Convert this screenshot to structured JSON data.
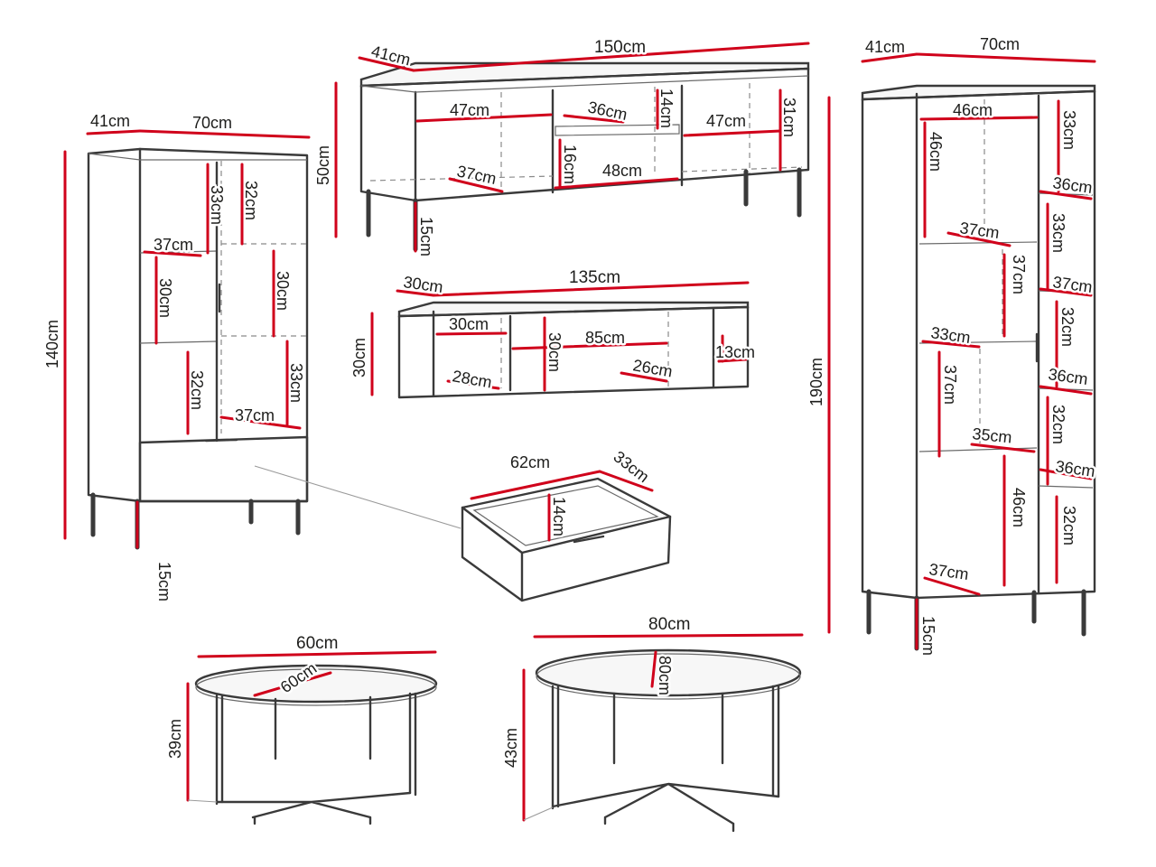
{
  "diagram": {
    "colors": {
      "dimension_line": "#d0021b",
      "outline": "#3a3a3a",
      "background": "#ffffff"
    },
    "pieces": {
      "tv_stand_150": {
        "labels": {
          "depth": "41cm",
          "width": "150cm",
          "height": "50cm",
          "legs": "15cm",
          "shelf_left_w": "47cm",
          "shelf_left_d": "37cm",
          "center_upper_w": "36cm",
          "center_upper_h": "14cm",
          "center_lower_w": "48cm",
          "center_lower_h": "16cm",
          "shelf_right_w": "47cm",
          "shelf_right_h": "31cm"
        }
      },
      "wall_shelf_135": {
        "labels": {
          "depth": "30cm",
          "width": "135cm",
          "height": "30cm",
          "left_w": "30cm",
          "left_d": "28cm",
          "center_w": "85cm",
          "center_h": "30cm",
          "center_d": "26cm",
          "right_h": "13cm"
        }
      },
      "drawer": {
        "labels": {
          "width": "62cm",
          "depth": "33cm",
          "height": "14cm"
        }
      },
      "cabinet_140": {
        "labels": {
          "depth": "41cm",
          "width": "70cm",
          "height": "140cm",
          "legs": "15cm",
          "upper_left_h": "33cm",
          "upper_right_h": "32cm",
          "shelf_d": "37cm",
          "mid_left_h": "30cm",
          "mid_right_h": "30cm",
          "lower_left_h": "32cm",
          "lower_right_h": "33cm",
          "lower_d": "37cm"
        }
      },
      "cabinet_190": {
        "labels": {
          "depth": "41cm",
          "width": "70cm",
          "height": "190cm",
          "legs": "15cm",
          "top_w": "46cm",
          "top_h": "46cm",
          "side_1": "33cm",
          "side_2": "36cm",
          "side_3": "33cm",
          "side_4": "37cm",
          "side_5": "32cm",
          "side_6": "36cm",
          "side_7": "32cm",
          "side_8": "36cm",
          "side_9": "32cm",
          "shelf_1_d": "37cm",
          "mid_h_1": "37cm",
          "shelf_2_d": "33cm",
          "mid_h_2": "37cm",
          "shelf_3_d": "35cm",
          "bottom_h": "46cm",
          "bottom_d": "37cm"
        }
      },
      "coffee_table_60": {
        "labels": {
          "width": "60cm",
          "diameter": "60cm",
          "height": "39cm"
        }
      },
      "coffee_table_80": {
        "labels": {
          "width": "80cm",
          "diameter": "80cm",
          "height": "43cm"
        }
      }
    }
  }
}
